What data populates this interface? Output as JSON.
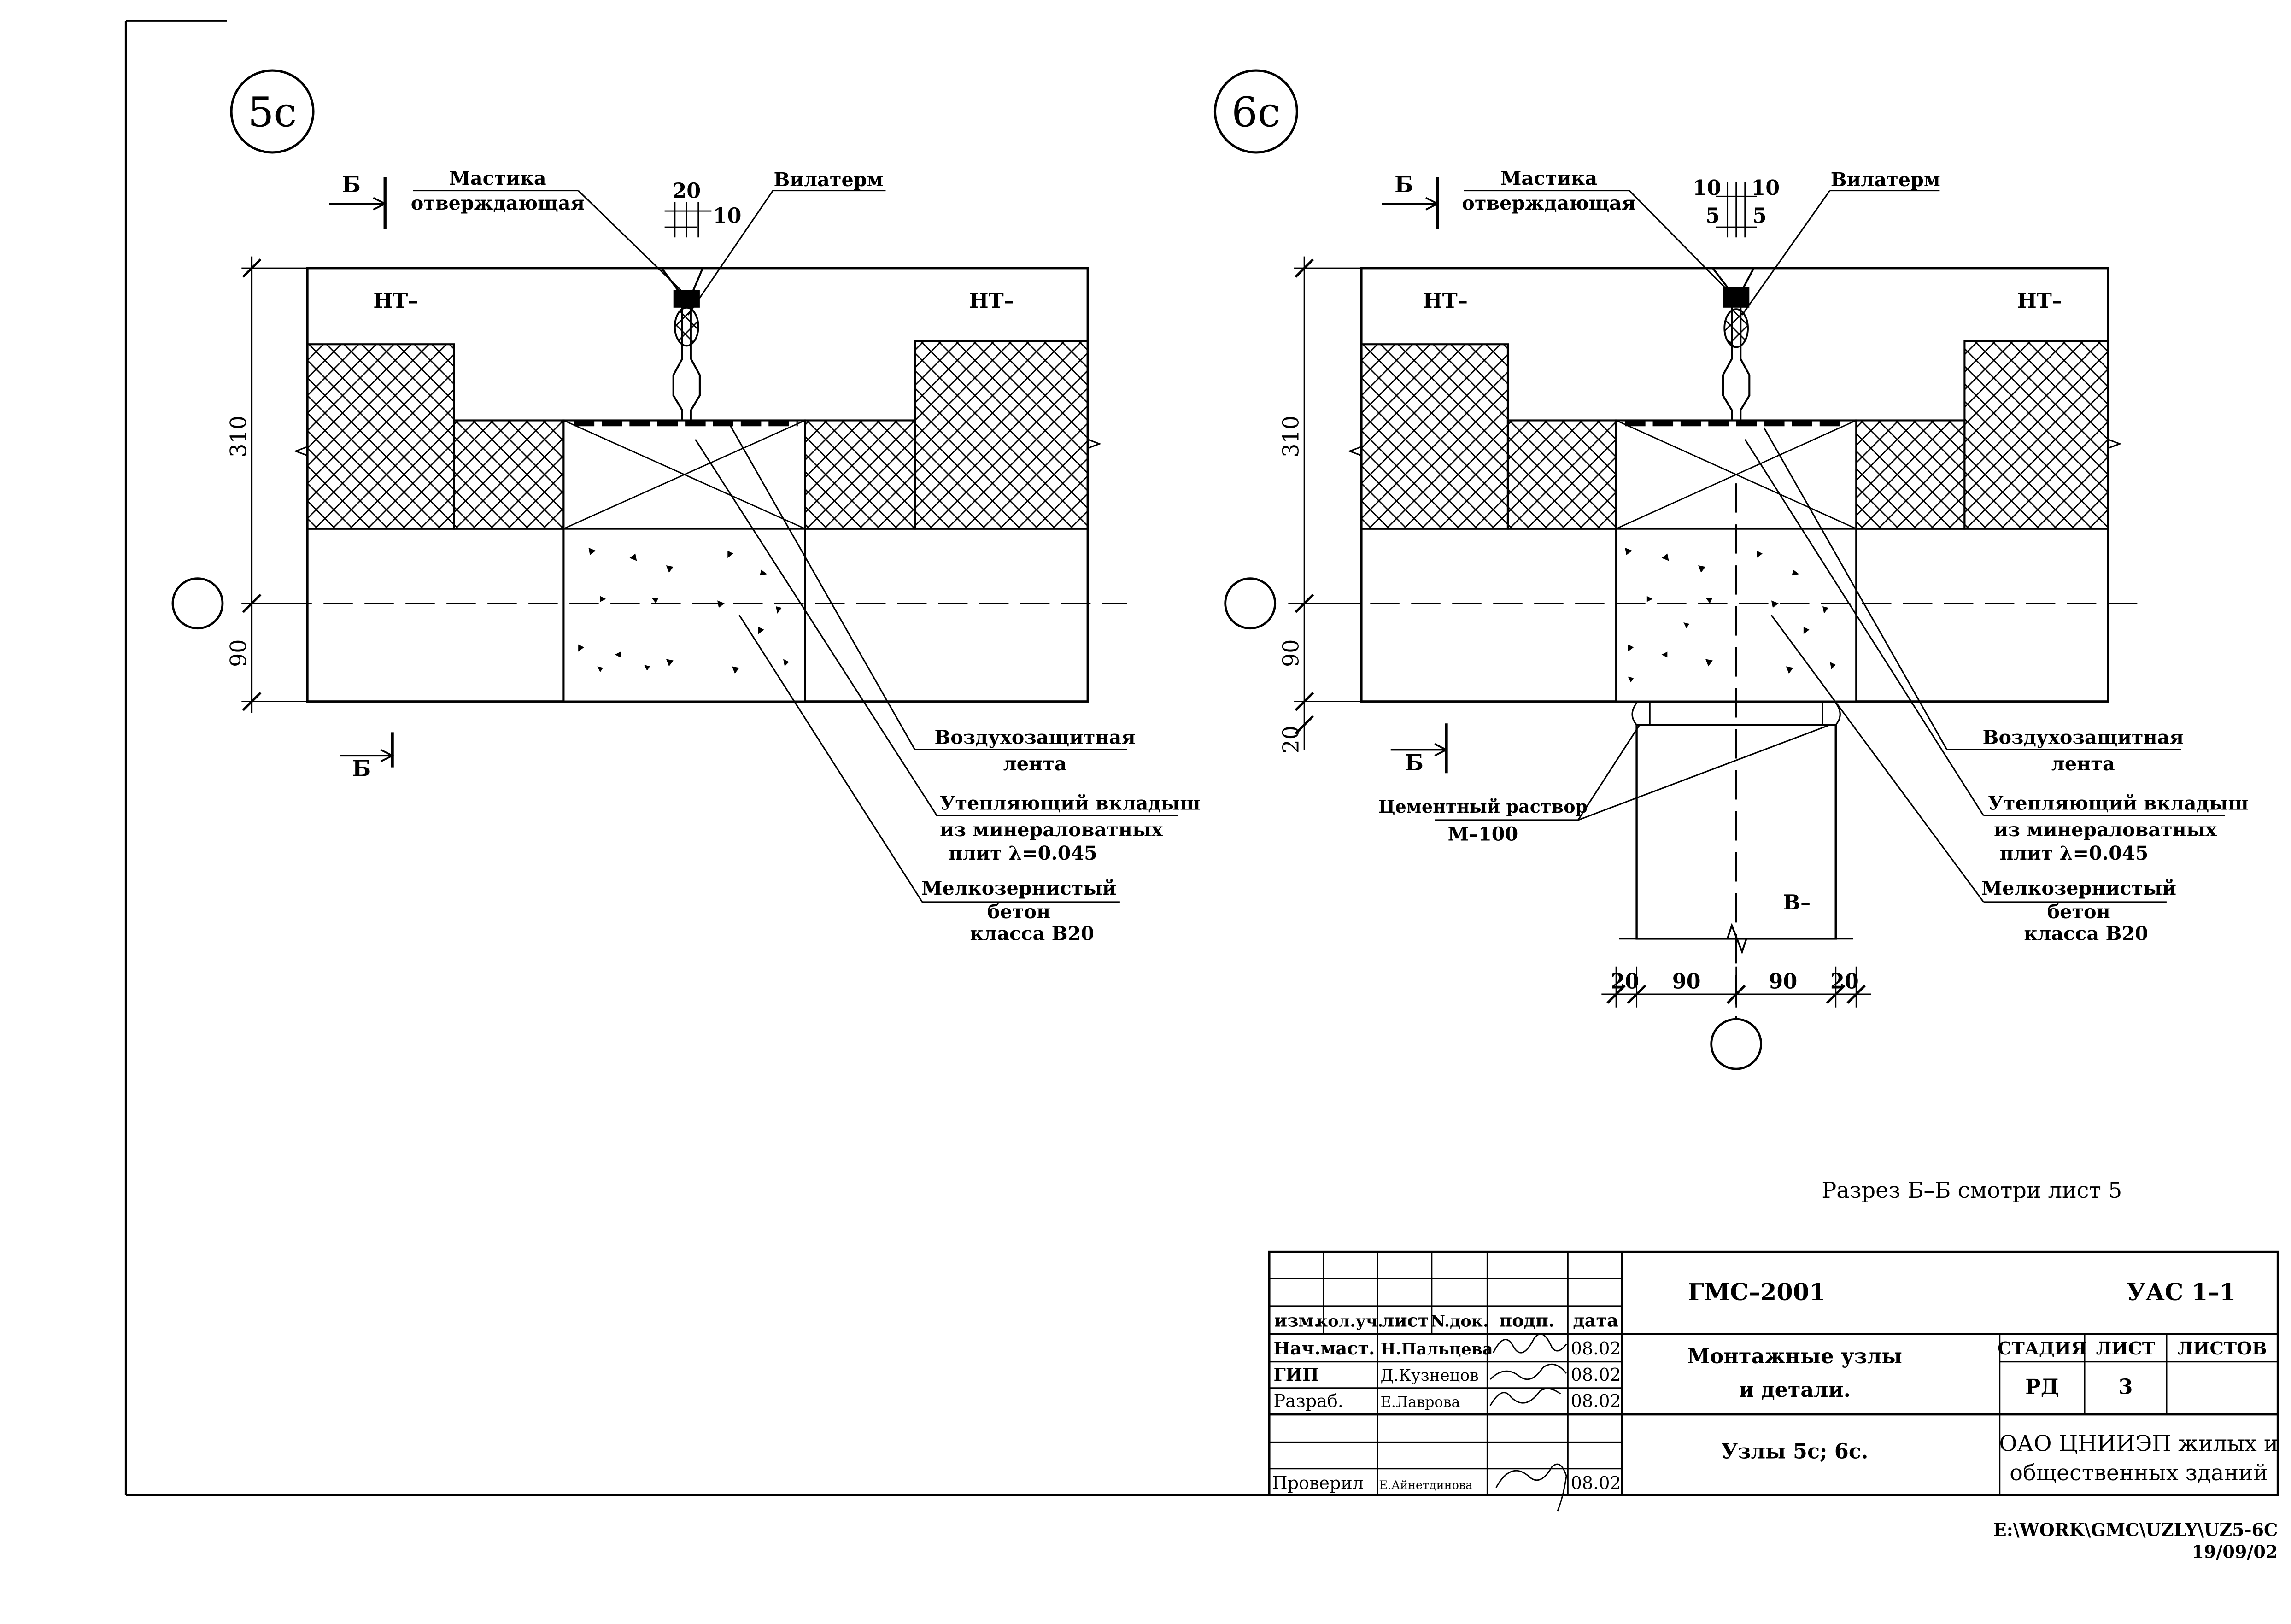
{
  "details": [
    {
      "id": "5c",
      "marker": "5с",
      "section_letter": "Б",
      "mastic_line1": "Мастика",
      "mastic_line2": "отверждающая",
      "vilaterm": "Вилатерм",
      "dim_top_a": "20",
      "dim_top_b": "10",
      "panel_left": "НТ–",
      "panel_right": "НТ–",
      "dim_310": "310",
      "dim_90": "90",
      "air_tape_line1": "Воздухозащитная",
      "air_tape_line2": "лента",
      "insert_line1": "Утепляющий вкладыш",
      "insert_line2": "из минераловатных",
      "insert_line3": "плит λ=0.045",
      "concrete_line1": "Мелкозернистый",
      "concrete_line2": "бетон",
      "concrete_line3": "класса B20"
    },
    {
      "id": "6c",
      "marker": "6с",
      "section_letter": "Б",
      "mastic_line1": "Мастика",
      "mastic_line2": "отверждающая",
      "vilaterm": "Вилатерм",
      "dim_top_a": "10",
      "dim_top_b": "10",
      "dim_top_c": "5",
      "dim_top_d": "5",
      "panel_left": "НТ–",
      "panel_right": "НТ–",
      "dim_310": "310",
      "dim_90": "90",
      "dim_20": "20",
      "air_tape_line1": "Воздухозащитная",
      "air_tape_line2": "лента",
      "insert_line1": "Утепляющий вкладыш",
      "insert_line2": "из минераловатных",
      "insert_line3": "плит λ=0.045",
      "concrete_line1": "Мелкозернистый",
      "concrete_line2": "бетон",
      "concrete_line3": "класса B20",
      "mortar_line1": "Цементный раствор",
      "mortar_line2": "М–100",
      "column_label": "В–",
      "bottom_dims": [
        "20",
        "90",
        "90",
        "20"
      ]
    }
  ],
  "note": "Разрез Б–Б смотри лист 5",
  "title_block": {
    "code": "ГМС–2001",
    "doc": "УАС 1–1",
    "col_headers": [
      "изм.",
      "кол.уч.",
      "лист",
      "N.док.",
      "подп.",
      "дата"
    ],
    "rows": [
      {
        "role": "Нач.маст.",
        "name": "Н.Пальцева",
        "date": "08.02"
      },
      {
        "role": "ГИП",
        "name": "Д.Кузнецов",
        "date": "08.02"
      },
      {
        "role": "Разраб.",
        "name": "Е.Лаврова",
        "date": "08.02"
      },
      {
        "role": "Проверил",
        "name": "Е.Айнетдинова",
        "date": "08.02"
      }
    ],
    "title_line1": "Монтажные узлы",
    "title_line2": "и детали.",
    "sheet_title": "Узлы 5с; 6с.",
    "stage_header": "СТАДИЯ",
    "sheet_header": "ЛИСТ",
    "sheets_header": "ЛИСТОВ",
    "stage": "РД",
    "sheet": "3",
    "org_line1": "ОАО ЦНИИЭП жилых и",
    "org_line2": "общественных зданий"
  },
  "file_path": "E:\\WORK\\GMC\\UZLY\\UZ5-6C",
  "file_date": "19/09/02"
}
